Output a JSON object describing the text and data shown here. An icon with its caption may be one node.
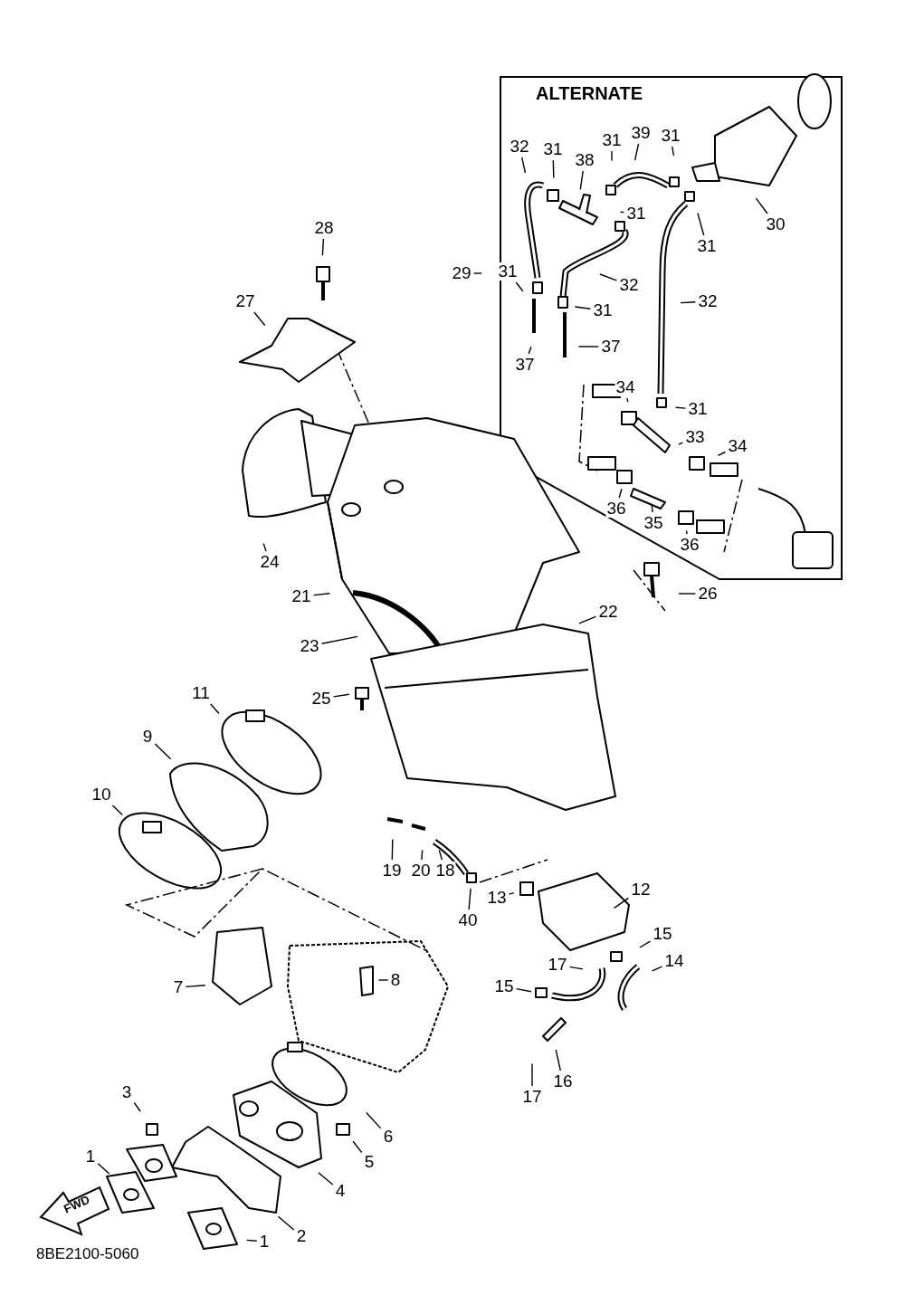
{
  "diagram": {
    "nodes": [
      {
        "text": [
          "39"
        ]
      },
      {
        "text": [
          "31"
        ]
      },
      {
        "text": [
          "31"
        ]
      },
      {
        "text": [
          "32"
        ]
      },
      {
        "text": [
          "31"
        ]
      },
      {
        "text": [
          "38"
        ]
      },
      {
        "text": [
          "31"
        ]
      },
      {
        "text": [
          "30"
        ]
      },
      {
        "text": [
          "28"
        ]
      },
      {
        "text": [
          "31"
        ]
      },
      {
        "text": [
          "29"
        ]
      },
      {
        "text": [
          "31"
        ]
      },
      {
        "text": [
          "32"
        ]
      },
      {
        "text": [
          "27"
        ]
      },
      {
        "text": [
          "32"
        ]
      },
      {
        "text": [
          "31"
        ]
      },
      {
        "text": [
          "37"
        ]
      },
      {
        "text": [
          "37"
        ]
      },
      {
        "text": [
          "34"
        ]
      },
      {
        "text": [
          "31"
        ]
      },
      {
        "text": [
          "33"
        ]
      },
      {
        "text": [
          "34"
        ]
      },
      {
        "text": [
          "36"
        ]
      },
      {
        "text": [
          "35"
        ]
      },
      {
        "text": [
          "36"
        ]
      },
      {
        "text": [
          "24"
        ]
      },
      {
        "text": [
          "26"
        ]
      },
      {
        "text": [
          "21"
        ]
      },
      {
        "text": [
          "22"
        ]
      },
      {
        "text": [
          "23"
        ]
      },
      {
        "text": [
          "25"
        ]
      },
      {
        "text": [
          "11"
        ]
      },
      {
        "text": [
          "9"
        ]
      },
      {
        "text": [
          "10"
        ]
      },
      {
        "text": [
          "19"
        ]
      },
      {
        "text": [
          "20"
        ]
      },
      {
        "text": [
          "18"
        ]
      },
      {
        "text": [
          "12"
        ]
      },
      {
        "text": [
          "13"
        ]
      },
      {
        "text": [
          "40"
        ]
      },
      {
        "text": [
          "15"
        ]
      },
      {
        "text": [
          "14"
        ]
      },
      {
        "text": [
          "17"
        ]
      },
      {
        "text": [
          "15"
        ]
      },
      {
        "text": [
          "8"
        ]
      },
      {
        "text": [
          "7"
        ]
      },
      {
        "text": [
          "16"
        ]
      },
      {
        "text": [
          "3"
        ]
      },
      {
        "text": [
          "17"
        ]
      },
      {
        "text": [
          "6"
        ]
      },
      {
        "text": [
          "1"
        ]
      },
      {
        "text": [
          "5"
        ]
      },
      {
        "text": [
          "4"
        ]
      },
      {
        "text": [
          "2"
        ]
      },
      {
        "text": [
          "1"
        ]
      }
    ],
    "edges": [
      {
        "from": 0,
        "to": null,
        "arrow": "none"
      },
      {
        "from": 1,
        "to": null,
        "arrow": "none"
      },
      {
        "from": 2,
        "to": null,
        "arrow": "none"
      },
      {
        "from": 3,
        "to": null,
        "arrow": "none"
      },
      {
        "from": 4,
        "to": null,
        "arrow": "none"
      },
      {
        "from": 5,
        "to": null,
        "arrow": "none"
      },
      {
        "from": 6,
        "to": null,
        "arrow": "none"
      },
      {
        "from": 7,
        "to": null,
        "arrow": "none"
      },
      {
        "from": 8,
        "to": null,
        "arrow": "none"
      },
      {
        "from": 9,
        "to": null,
        "arrow": "none"
      },
      {
        "from": 10,
        "to": null,
        "arrow": "none"
      },
      {
        "from": 11,
        "to": null,
        "arrow": "none"
      },
      {
        "from": 12,
        "to": null,
        "arrow": "none"
      },
      {
        "from": 13,
        "to": null,
        "arrow": "none"
      },
      {
        "from": 14,
        "to": null,
        "arrow": "none"
      },
      {
        "from": 15,
        "to": null,
        "arrow": "none"
      },
      {
        "from": 16,
        "to": null,
        "arrow": "none"
      },
      {
        "from": 17,
        "to": null,
        "arrow": "none"
      },
      {
        "from": 18,
        "to": null,
        "arrow": "none"
      },
      {
        "from": 19,
        "to": null,
        "arrow": "none"
      },
      {
        "from": 20,
        "to": null,
        "arrow": "none"
      },
      {
        "from": 21,
        "to": null,
        "arrow": "none"
      },
      {
        "from": 22,
        "to": null,
        "arrow": "none"
      },
      {
        "from": 23,
        "to": null,
        "arrow": "none"
      },
      {
        "from": 24,
        "to": null,
        "arrow": "none"
      },
      {
        "from": 25,
        "to": null,
        "arrow": "none"
      },
      {
        "from": 26,
        "to": null,
        "arrow": "none"
      },
      {
        "from": 27,
        "to": null,
        "arrow": "none"
      },
      {
        "from": 28,
        "to": null,
        "arrow": "none"
      },
      {
        "from": 29,
        "to": null,
        "arrow": "none"
      },
      {
        "from": 30,
        "to": null,
        "arrow": "none"
      },
      {
        "from": 31,
        "to": null,
        "arrow": "none"
      },
      {
        "from": 32,
        "to": null,
        "arrow": "none"
      },
      {
        "from": 33,
        "to": null,
        "arrow": "none"
      },
      {
        "from": 34,
        "to": null,
        "arrow": "none"
      },
      {
        "from": 35,
        "to": null,
        "arrow": "none"
      },
      {
        "from": 36,
        "to": null,
        "arrow": "none"
      },
      {
        "from": 37,
        "to": null,
        "arrow": "none"
      },
      {
        "from": 38,
        "to": null,
        "arrow": "none"
      },
      {
        "from": 39,
        "to": null,
        "arrow": "none"
      },
      {
        "from": 40,
        "to": null,
        "arrow": "none"
      },
      {
        "from": 41,
        "to": null,
        "arrow": "none"
      },
      {
        "from": 42,
        "to": null,
        "arrow": "none"
      },
      {
        "from": 43,
        "to": null,
        "arrow": "none"
      },
      {
        "from": 44,
        "to": null,
        "arrow": "none"
      },
      {
        "from": 45,
        "to": null,
        "arrow": "none"
      },
      {
        "from": 46,
        "to": null,
        "arrow": "none"
      },
      {
        "from": 47,
        "to": null,
        "arrow": "none"
      },
      {
        "from": 48,
        "to": null,
        "arrow": "none"
      },
      {
        "from": 49,
        "to": null,
        "arrow": "none"
      },
      {
        "from": 50,
        "to": null,
        "arrow": "none"
      },
      {
        "from": 51,
        "to": null,
        "arrow": "none"
      },
      {
        "from": 52,
        "to": null,
        "arrow": "none"
      },
      {
        "from": 53,
        "to": null,
        "arrow": "none"
      },
      {
        "from": 54,
        "to": null,
        "arrow": "none"
      }
    ],
    "labels": [
      "ALTERNATE",
      "FWD",
      "8BE2100-5060"
    ]
  }
}
